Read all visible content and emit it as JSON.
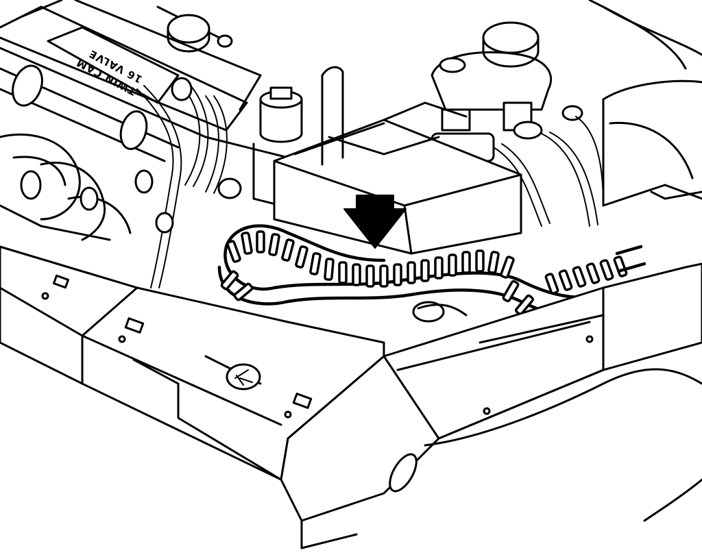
{
  "figure": {
    "valve_cover_text_line1": "TWIN CAM",
    "valve_cover_text_line2": "16 VALVE",
    "colors": {
      "ink": "#000000",
      "paper": "#ffffff"
    },
    "pointer": {
      "shape": "arrow-down",
      "points_to": "wiring-harness"
    }
  }
}
